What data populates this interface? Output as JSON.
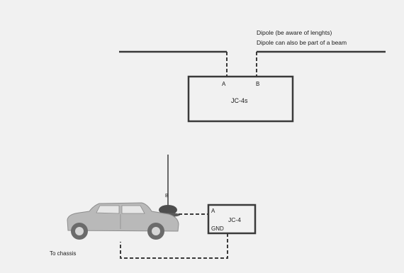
{
  "notes": {
    "line1": "Dipole (be aware of lenghts)",
    "line2": "Dipole can also be part of a beam"
  },
  "tuner_top": {
    "name": "JC-4s",
    "terminal_a": "A",
    "terminal_b": "B"
  },
  "tuner_bottom": {
    "name": "JC-4",
    "terminal_a": "A",
    "terminal_gnd": "GND"
  },
  "whip_point_label": "B",
  "chassis_label": "To chassis",
  "colors": {
    "background": "#f1f1f1",
    "line": "#3a3a3a",
    "car_body": "#b9b9b9",
    "car_window": "#e6e6e6",
    "tire": "#6b6b6b",
    "mount": "#4d4d4d"
  }
}
